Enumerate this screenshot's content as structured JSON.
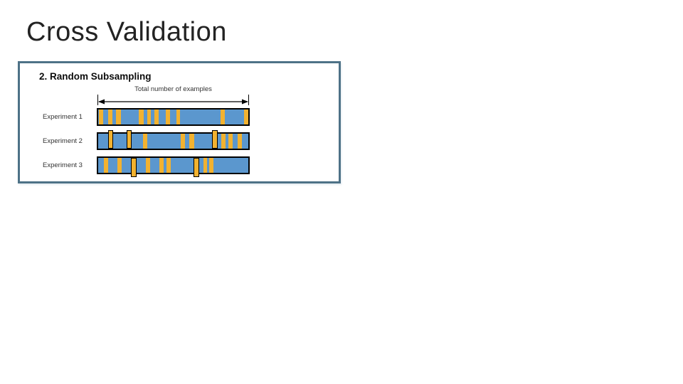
{
  "slide": {
    "title": "Cross Validation"
  },
  "panel": {
    "heading": "2. Random Subsampling",
    "arrow_label": "Total number of examples",
    "colors": {
      "panel_border": "#4e7287",
      "bar_fill": "#5b97ce",
      "bar_border": "#000000",
      "stripe_fill": "#f2b230"
    },
    "experiments": [
      {
        "label": "Experiment 1",
        "stripes": [
          {
            "l": 1,
            "w": 6
          },
          {
            "l": 14,
            "w": 6
          },
          {
            "l": 25,
            "w": 7
          },
          {
            "l": 57,
            "w": 7
          },
          {
            "l": 69,
            "w": 5
          },
          {
            "l": 79,
            "w": 6
          },
          {
            "l": 95,
            "w": 6
          },
          {
            "l": 110,
            "w": 5
          },
          {
            "l": 172,
            "w": 6
          },
          {
            "l": 205,
            "w": 6
          }
        ]
      },
      {
        "label": "Experiment 2",
        "stripes": [
          {
            "l": 14,
            "w": 7,
            "ext": "up"
          },
          {
            "l": 40,
            "w": 7,
            "ext": "up"
          },
          {
            "l": 63,
            "w": 6
          },
          {
            "l": 116,
            "w": 6
          },
          {
            "l": 128,
            "w": 7
          },
          {
            "l": 160,
            "w": 8,
            "ext": "up"
          },
          {
            "l": 173,
            "w": 6
          },
          {
            "l": 183,
            "w": 6
          },
          {
            "l": 196,
            "w": 6
          }
        ]
      },
      {
        "label": "Experiment 3",
        "stripes": [
          {
            "l": 8,
            "w": 6
          },
          {
            "l": 27,
            "w": 6
          },
          {
            "l": 46,
            "w": 8,
            "ext": "down"
          },
          {
            "l": 67,
            "w": 6
          },
          {
            "l": 86,
            "w": 6
          },
          {
            "l": 96,
            "w": 6
          },
          {
            "l": 134,
            "w": 8,
            "ext": "down"
          },
          {
            "l": 148,
            "w": 5
          },
          {
            "l": 156,
            "w": 6
          }
        ]
      }
    ]
  }
}
